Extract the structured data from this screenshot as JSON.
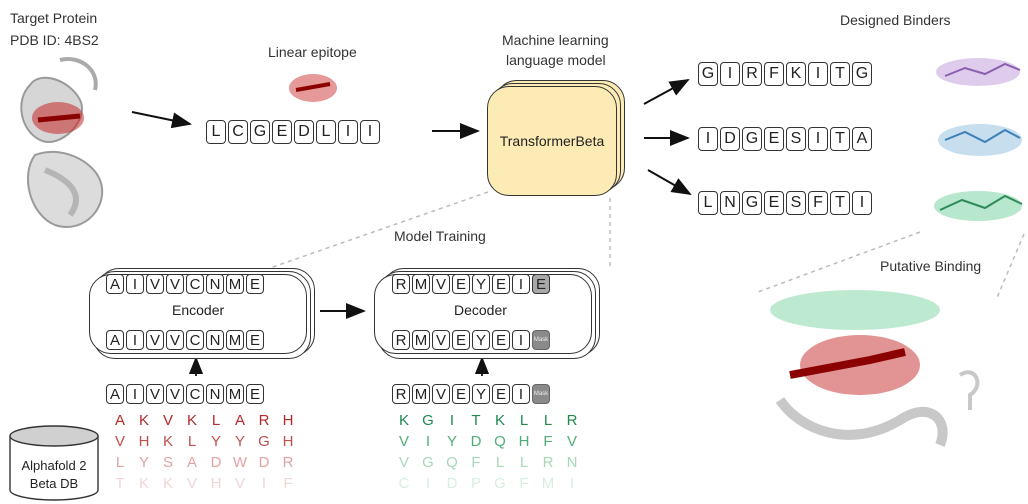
{
  "target": {
    "title": "Target Protein",
    "pdb": "PDB ID: 4BS2"
  },
  "epitope": {
    "title": "Linear epitope",
    "sequence": [
      "L",
      "C",
      "G",
      "E",
      "D",
      "L",
      "I",
      "I"
    ]
  },
  "model": {
    "title_line1": "Machine learning",
    "title_line2": "language model",
    "name": "TransformerBeta"
  },
  "binders": {
    "title": "Designed Binders",
    "sequences": [
      {
        "letters": [
          "G",
          "I",
          "R",
          "F",
          "K",
          "I",
          "T",
          "G"
        ],
        "color": "#b98fd8"
      },
      {
        "letters": [
          "I",
          "D",
          "G",
          "E",
          "S",
          "I",
          "T",
          "A"
        ],
        "color": "#8fbde0"
      },
      {
        "letters": [
          "L",
          "N",
          "G",
          "E",
          "S",
          "F",
          "T",
          "I"
        ],
        "color": "#6fcf9a"
      }
    ]
  },
  "training": {
    "title": "Model Training",
    "encoder": {
      "label": "Encoder",
      "sequence": [
        "A",
        "I",
        "V",
        "V",
        "C",
        "N",
        "M",
        "E"
      ]
    },
    "decoder": {
      "label": "Decoder",
      "top_sequence": [
        "R",
        "M",
        "V",
        "E",
        "Y",
        "E",
        "I",
        "E"
      ],
      "bottom_sequence": [
        "R",
        "M",
        "V",
        "E",
        "Y",
        "E",
        "I",
        "Mask"
      ],
      "mask_label": "Mask"
    },
    "input_sequence": [
      "A",
      "I",
      "V",
      "V",
      "C",
      "N",
      "M",
      "E"
    ],
    "target_sequence": [
      "R",
      "M",
      "V",
      "E",
      "Y",
      "E",
      "I",
      "Mask"
    ]
  },
  "database": {
    "line1": "Alphafold 2",
    "line2": "Beta DB",
    "left_rows": [
      {
        "letters": [
          "A",
          "K",
          "V",
          "K",
          "L",
          "A",
          "R",
          "H"
        ],
        "color": "#b22a2a"
      },
      {
        "letters": [
          "V",
          "H",
          "K",
          "L",
          "Y",
          "Y",
          "G",
          "H"
        ],
        "color": "#c0504d"
      },
      {
        "letters": [
          "L",
          "Y",
          "S",
          "A",
          "D",
          "W",
          "D",
          "R"
        ],
        "color": "#e0a3a3"
      },
      {
        "letters": [
          "T",
          "K",
          "K",
          "V",
          "H",
          "V",
          "I",
          "F"
        ],
        "color": "#f1d6d6"
      }
    ],
    "right_rows": [
      {
        "letters": [
          "K",
          "G",
          "I",
          "T",
          "K",
          "L",
          "L",
          "R"
        ],
        "color": "#1e8a4e"
      },
      {
        "letters": [
          "V",
          "I",
          "Y",
          "D",
          "Q",
          "H",
          "F",
          "V"
        ],
        "color": "#4fae78"
      },
      {
        "letters": [
          "V",
          "G",
          "Q",
          "F",
          "L",
          "L",
          "R",
          "N"
        ],
        "color": "#a6d9b8"
      },
      {
        "letters": [
          "C",
          "I",
          "D",
          "P",
          "G",
          "F",
          "M",
          "I"
        ],
        "color": "#d8efe0"
      }
    ]
  },
  "binding": {
    "title": "Putative Binding"
  }
}
